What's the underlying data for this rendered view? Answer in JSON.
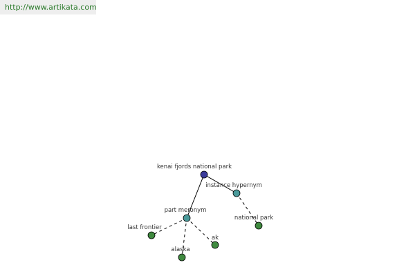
{
  "header": {
    "url": "http://www.artikata.com"
  },
  "graph": {
    "colors": {
      "root": "#3a3a9a",
      "relation": "#4a9a9a",
      "leaf": "#3f8a3f"
    },
    "nodes": {
      "root": "kenai fjords national park",
      "instance_hypernym": "instance hypernym",
      "national_park": "national park",
      "part_meronym": "part meronym",
      "last_frontier": "last frontier",
      "alaska": "alaska",
      "ak": "ak"
    }
  }
}
